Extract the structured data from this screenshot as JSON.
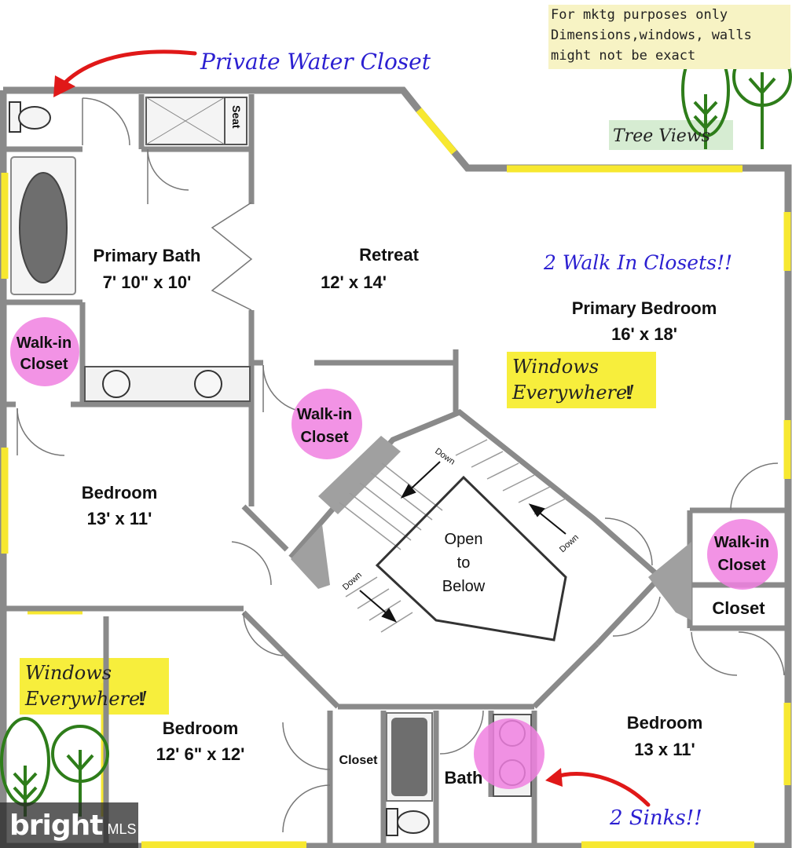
{
  "disclaimer": "For mktg purposes only\nDimensions,windows, walls\nmight not be exact",
  "annotations": {
    "water_closet": "Private Water Closet",
    "tree_views": "Tree Views",
    "walk_in_closets": "2 Walk In Closets!!",
    "windows_1": "Windows",
    "windows_1b": "Everywhere!",
    "windows_1c": "!",
    "windows_2": "Windows",
    "windows_2b": "Everywhere!",
    "windows_2c": "!",
    "sinks": "2 Sinks!!"
  },
  "rooms": {
    "primary_bath": {
      "name": "Primary Bath",
      "size": "7' 10\" x 10'"
    },
    "retreat": {
      "name": "Retreat",
      "size": "12' x 14'"
    },
    "primary_bedroom": {
      "name": "Primary Bedroom",
      "size": "16' x 18'"
    },
    "bedroom_left": {
      "name": "Bedroom",
      "size": "13' x 11'"
    },
    "bedroom_bottom_left": {
      "name": "Bedroom",
      "size": "12' 6\" x 12'"
    },
    "bedroom_bottom_right": {
      "name": "Bedroom",
      "size": "13 x 11'"
    },
    "bath": {
      "name": "Bath"
    },
    "closet_right": {
      "name": "Closet"
    },
    "closet_bottom": {
      "name": "Closet"
    },
    "seat": "Seat"
  },
  "walk_in_closets": {
    "line1": "Walk-in",
    "line2": "Closet"
  },
  "stairs": {
    "center_line1": "Open",
    "center_line2": "to",
    "center_line3": "Below",
    "down_label": "Down"
  },
  "watermark": {
    "brand": "bright",
    "suffix": "MLS"
  },
  "colors": {
    "wall": "#8a8a8a",
    "window": "#f7e830",
    "highlight_pink": "#f080e0",
    "annotation_blue": "#2b1fd1",
    "arrow_red": "#e01818",
    "tree_green": "#2e7d1a",
    "note_yellow": "#f7ee3c",
    "note_green": "#d6ecd2"
  }
}
